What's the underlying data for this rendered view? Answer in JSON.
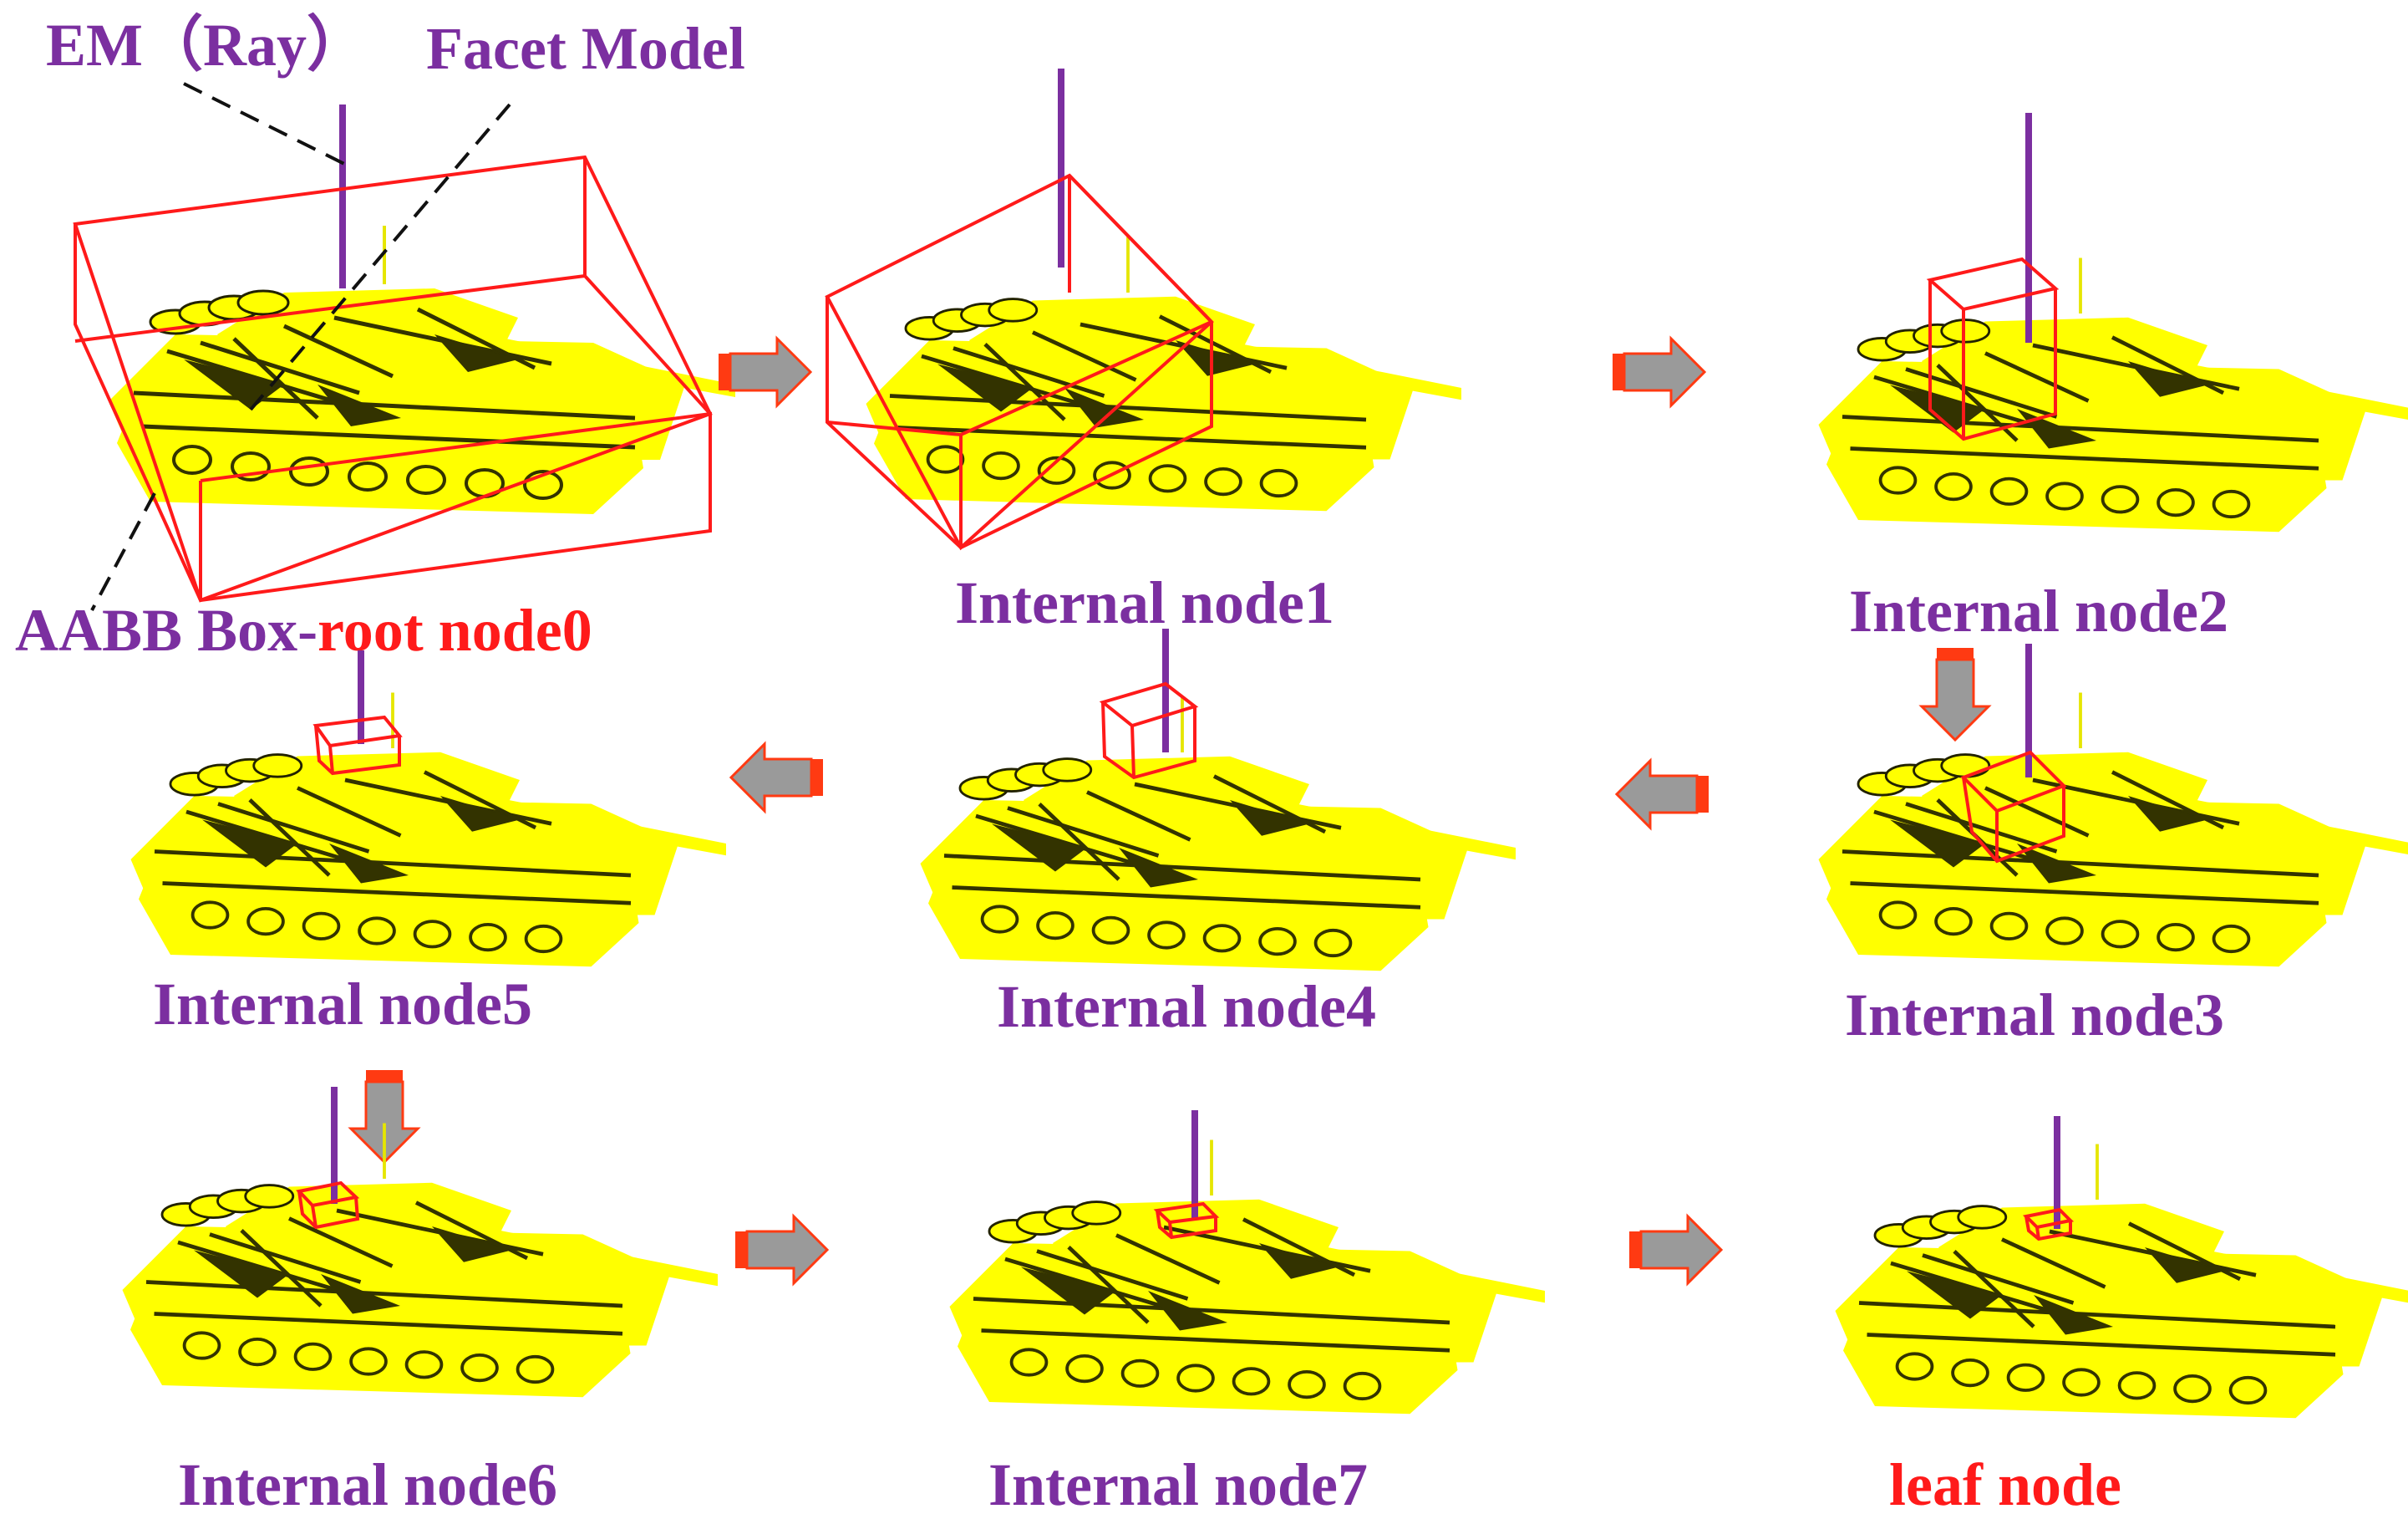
{
  "colors": {
    "ray": "#7b2fa0",
    "box": "#ff1a1a",
    "model": "#ffff00",
    "model_detail": "#333300",
    "arrow_fill": "#9a9a9a",
    "arrow_tail": "#ff3a12",
    "label_purple": "#7b2fa0",
    "label_red": "#ff1a1a"
  },
  "callouts": {
    "ray": "EM（Ray）",
    "facet_model": "Facet Model",
    "aabb_prefix": "AABB Box-",
    "aabb_suffix": "root node0"
  },
  "panels": [
    {
      "id": "node1",
      "label": "Internal node1"
    },
    {
      "id": "node2",
      "label": "Internal node2"
    },
    {
      "id": "node3",
      "label": "Internal node3"
    },
    {
      "id": "node4",
      "label": "Internal node4"
    },
    {
      "id": "node5",
      "label": "Internal node5"
    },
    {
      "id": "node6",
      "label": "Internal node6"
    },
    {
      "id": "node7",
      "label": "Internal node7"
    },
    {
      "id": "leaf",
      "label": "leaf node"
    }
  ],
  "arrows": [
    {
      "from": "node0",
      "to": "node1",
      "direction": "right"
    },
    {
      "from": "node1",
      "to": "node2",
      "direction": "right"
    },
    {
      "from": "node2",
      "to": "node3",
      "direction": "down"
    },
    {
      "from": "node3",
      "to": "node4",
      "direction": "left"
    },
    {
      "from": "node4",
      "to": "node5",
      "direction": "left"
    },
    {
      "from": "node5",
      "to": "node6",
      "direction": "down"
    },
    {
      "from": "node6",
      "to": "node7",
      "direction": "right"
    },
    {
      "from": "node7",
      "to": "leaf",
      "direction": "right"
    }
  ]
}
